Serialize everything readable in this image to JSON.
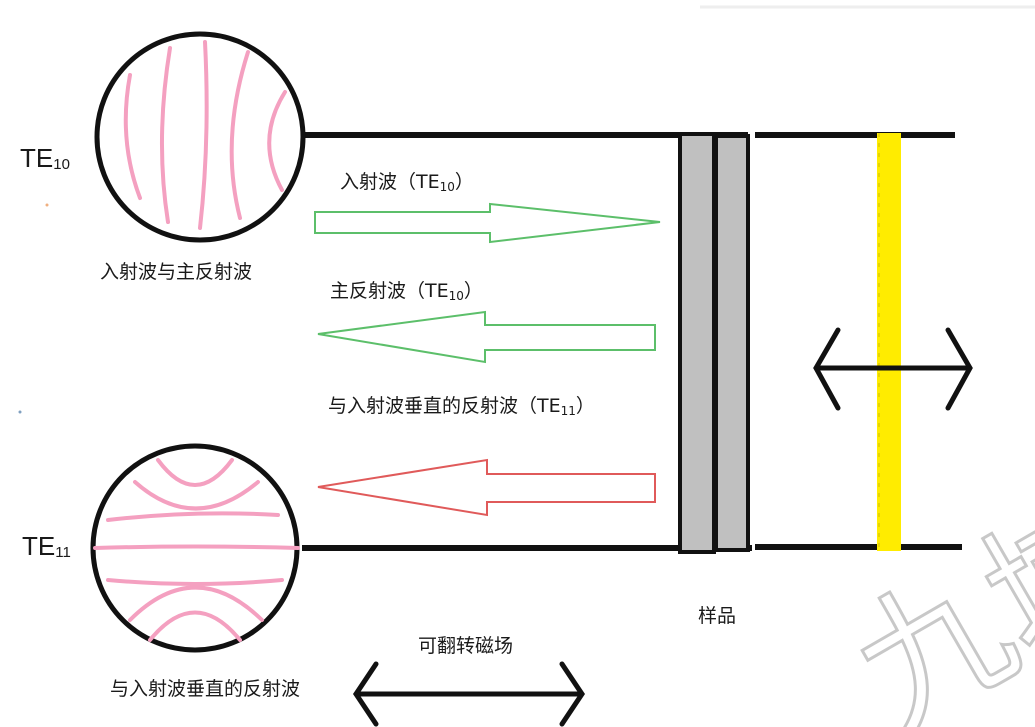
{
  "labels": {
    "te10_mode": "TE",
    "te10_sub": "10",
    "te11_mode": "TE",
    "te11_sub": "11",
    "circle1_caption": "入射波与主反射波",
    "circle2_caption": "与入射波垂直的反射波",
    "incident_text": "入射波（TE",
    "incident_sub": "10",
    "incident_close": "）",
    "main_reflect_text": "主反射波（TE",
    "main_reflect_sub": "10",
    "main_reflect_close": "）",
    "perp_reflect_text": "与入射波垂直的反射波（TE",
    "perp_reflect_sub": "11",
    "perp_reflect_close": "）",
    "sample": "样品",
    "reversible_field": "可翻转磁场"
  },
  "watermark": "九域",
  "colors": {
    "field_lines": "#f4a0c0",
    "incident_arrow": "#5cbf6a",
    "reflect_arrow": "#5cbf6a",
    "perp_arrow": "#e05a5a",
    "sample": "#c0c0c0",
    "yellow_bar": "#ffec00"
  }
}
